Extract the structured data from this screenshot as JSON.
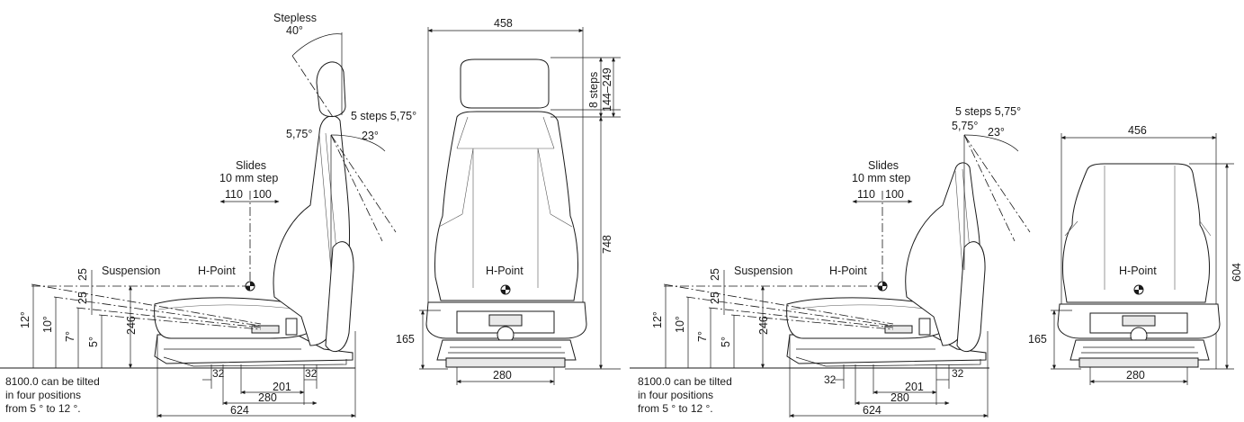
{
  "drawing": {
    "left_side": {
      "headrest_adjust": "Stepless",
      "headrest_angle": "40°",
      "backrest_steps": "5 steps 5,75°",
      "backrest_step_angle": "5,75°",
      "backrest_range_angle": "23°",
      "slides_title": "Slides",
      "slides_step": "10 mm step",
      "slide_left": "110",
      "slide_right": "100",
      "suspension_label": "Suspension",
      "hpoint_label": "H-Point",
      "dim_suspension_stroke": "25",
      "dim_suspension_stroke2": "25",
      "dim_height": "246",
      "tilt_angles": [
        "12°",
        "10°",
        "7°",
        "5°"
      ],
      "dim_32_left": "32",
      "dim_32_right": "32",
      "dim_201": "201",
      "dim_280": "280",
      "dim_624": "624",
      "note_lines": [
        "8100.0 can be tilted",
        "in four positions",
        "from 5 ° to 12 °."
      ]
    },
    "left_front": {
      "dim_width": "458",
      "dim_headrest_steps": "8 steps",
      "dim_headrest_range": "144–249",
      "dim_total_height": "748",
      "dim_base_height": "165",
      "dim_base_width": "280",
      "hpoint_label": "H-Point"
    },
    "right_side": {
      "backrest_steps": "5 steps 5,75°",
      "backrest_step_angle": "5,75°",
      "backrest_range_angle": "23°",
      "slides_title": "Slides",
      "slides_step": "10 mm step",
      "slide_left": "110",
      "slide_right": "100",
      "suspension_label": "Suspension",
      "hpoint_label": "H-Point",
      "dim_suspension_stroke": "25",
      "dim_suspension_stroke2": "25",
      "dim_height": "246",
      "tilt_angles": [
        "12°",
        "10°",
        "7°",
        "5°"
      ],
      "dim_32_left": "32",
      "dim_32_right": "32",
      "dim_201": "201",
      "dim_280": "280",
      "dim_624": "624",
      "note_lines": [
        "8100.0 can be tilted",
        "in four positions",
        "from 5 ° to 12 °."
      ]
    },
    "right_front": {
      "dim_width": "456",
      "dim_total_height": "604",
      "dim_base_height": "165",
      "dim_base_width": "280",
      "hpoint_label": "H-Point"
    }
  }
}
